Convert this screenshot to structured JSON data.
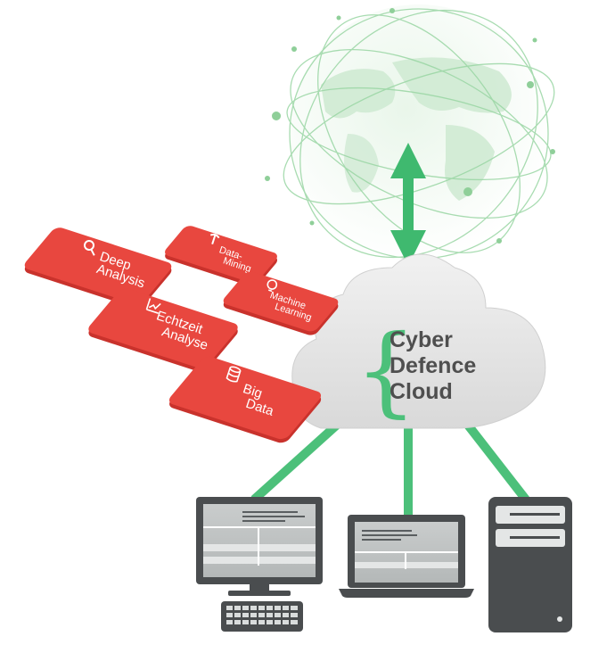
{
  "cloud": {
    "brace": "{",
    "lines": [
      "Cyber",
      "Defence",
      "Cloud"
    ]
  },
  "cards": [
    {
      "id": "deep-analysis",
      "lines": [
        "Deep",
        "Analysis"
      ],
      "icon": "magnifier-chart-icon"
    },
    {
      "id": "data-mining",
      "lines": [
        "Data-",
        "Mining"
      ],
      "icon": "pickaxe-icon"
    },
    {
      "id": "echtzeit-analyse",
      "lines": [
        "Echtzeit",
        "Analyse"
      ],
      "icon": "line-chart-icon"
    },
    {
      "id": "machine-learning",
      "lines": [
        "Machine",
        "Learning"
      ],
      "icon": "lightbulb-icon"
    },
    {
      "id": "big-data",
      "lines": [
        "Big",
        "Data"
      ],
      "icon": "database-icon"
    }
  ],
  "devices": [
    "desktop-monitor",
    "keyboard",
    "laptop",
    "server-tower"
  ],
  "colors": {
    "card_red": "#e8473f",
    "card_red_dark": "#c9322c",
    "connector_green": "#4cc07a",
    "arrow_green": "#3fb96f",
    "globe_green": "#8fd29a",
    "cloud_gray": "#e6e6e6",
    "device_dark": "#4a4d4f",
    "text_gray": "#4f4f4f"
  }
}
